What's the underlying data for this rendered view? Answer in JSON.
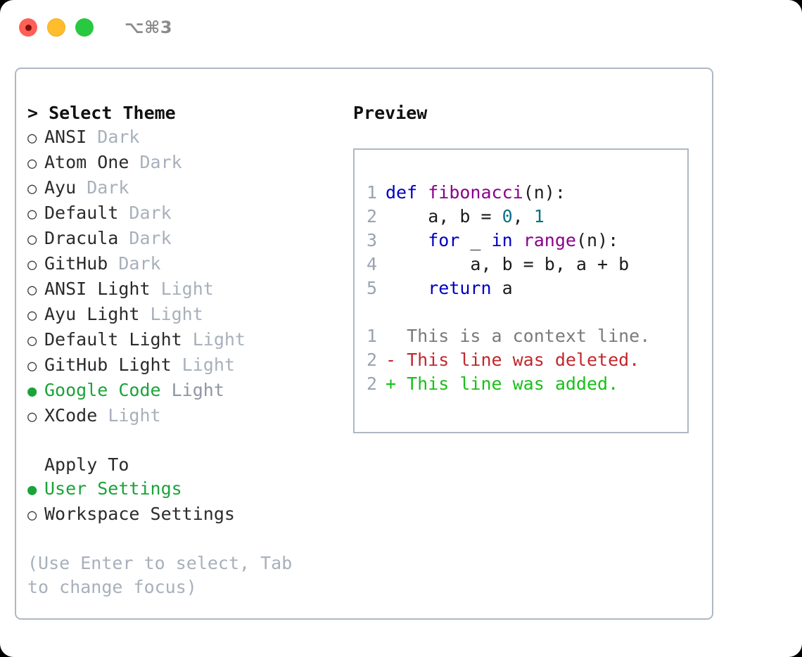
{
  "titlebar": {
    "shortcut": "⌥⌘3",
    "lights": [
      {
        "name": "close",
        "color": "#ff5f57"
      },
      {
        "name": "minimize",
        "color": "#ffbd2e"
      },
      {
        "name": "maximize",
        "color": "#28c840"
      }
    ]
  },
  "theme_list": {
    "header": "> Select Theme",
    "bullet_selected": "●",
    "bullet_unselected": "○",
    "items": [
      {
        "name": "ANSI",
        "variant": "Dark",
        "selected": false
      },
      {
        "name": "Atom One",
        "variant": "Dark",
        "selected": false
      },
      {
        "name": "Ayu",
        "variant": "Dark",
        "selected": false
      },
      {
        "name": "Default",
        "variant": "Dark",
        "selected": false
      },
      {
        "name": "Dracula",
        "variant": "Dark",
        "selected": false
      },
      {
        "name": "GitHub",
        "variant": "Dark",
        "selected": false
      },
      {
        "name": "ANSI Light",
        "variant": "Light",
        "selected": false
      },
      {
        "name": "Ayu Light",
        "variant": "Light",
        "selected": false
      },
      {
        "name": "Default Light",
        "variant": "Light",
        "selected": false
      },
      {
        "name": "GitHub Light",
        "variant": "Light",
        "selected": false
      },
      {
        "name": "Google Code",
        "variant": "Light",
        "selected": true
      },
      {
        "name": "XCode",
        "variant": "Light",
        "selected": false
      }
    ]
  },
  "apply_to": {
    "header": "Apply To",
    "items": [
      {
        "name": "User Settings",
        "selected": true
      },
      {
        "name": "Workspace Settings",
        "selected": false
      }
    ]
  },
  "hint": "(Use Enter to select, Tab to change focus)",
  "preview": {
    "title": "Preview",
    "code_lines": [
      {
        "lineno": "1",
        "tokens": [
          {
            "text": "def ",
            "kind": "kw"
          },
          {
            "text": "fibonacci",
            "kind": "fn"
          },
          {
            "text": "(n):",
            "kind": "pl"
          }
        ]
      },
      {
        "lineno": "2",
        "tokens": [
          {
            "text": "    a, b = ",
            "kind": "pl"
          },
          {
            "text": "0",
            "kind": "num"
          },
          {
            "text": ", ",
            "kind": "pl"
          },
          {
            "text": "1",
            "kind": "num"
          }
        ]
      },
      {
        "lineno": "3",
        "tokens": [
          {
            "text": "    ",
            "kind": "pl"
          },
          {
            "text": "for",
            "kind": "kw"
          },
          {
            "text": " _ ",
            "kind": "pl"
          },
          {
            "text": "in",
            "kind": "kw"
          },
          {
            "text": " ",
            "kind": "pl"
          },
          {
            "text": "range",
            "kind": "fn"
          },
          {
            "text": "(n):",
            "kind": "pl"
          }
        ]
      },
      {
        "lineno": "4",
        "tokens": [
          {
            "text": "        a, b = b, a + b",
            "kind": "pl"
          }
        ]
      },
      {
        "lineno": "5",
        "tokens": [
          {
            "text": "    ",
            "kind": "pl"
          },
          {
            "text": "return",
            "kind": "kw"
          },
          {
            "text": " a",
            "kind": "pl"
          }
        ]
      }
    ],
    "diff_lines": [
      {
        "lineno": "1",
        "text": "  This is a context line.",
        "kind": "ctx"
      },
      {
        "lineno": "2",
        "text": "- This line was deleted.",
        "kind": "del"
      },
      {
        "lineno": "2",
        "text": "+ This line was added.",
        "kind": "add"
      }
    ]
  },
  "colors": {
    "accent_green": "#1aa33a",
    "panel_border": "#aeb8c4",
    "muted": "#a7b0bb",
    "keyword": "#0000c0",
    "function": "#8b008b",
    "number": "#0b7285",
    "diff_delete": "#c0282d",
    "diff_add": "#18c018",
    "diff_context": "#7a7a7a"
  }
}
